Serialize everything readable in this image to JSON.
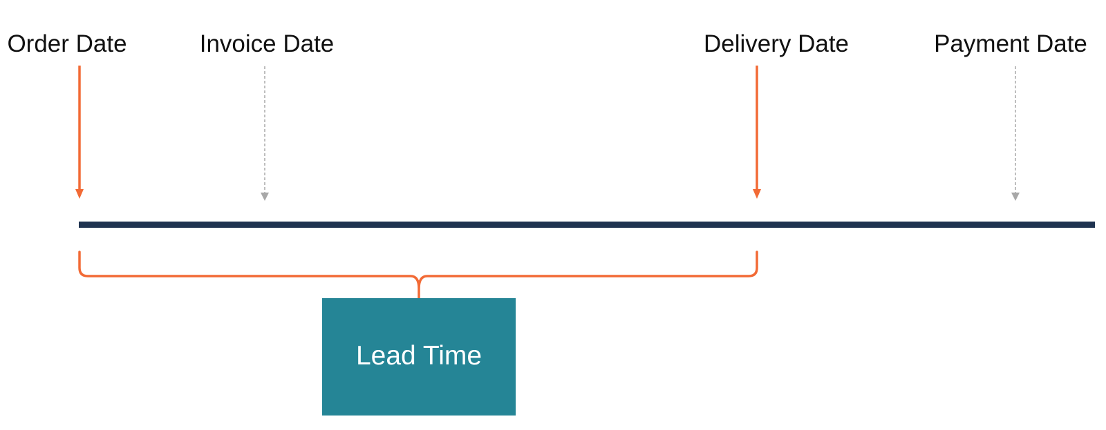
{
  "milestones": [
    {
      "id": "order-date",
      "label": "Order Date",
      "style": "primary"
    },
    {
      "id": "invoice-date",
      "label": "Invoice Date",
      "style": "secondary"
    },
    {
      "id": "delivery-date",
      "label": "Delivery Date",
      "style": "primary"
    },
    {
      "id": "payment-date",
      "label": "Payment Date",
      "style": "secondary"
    }
  ],
  "span": {
    "from": "order-date",
    "to": "delivery-date",
    "label": "Lead Time"
  },
  "colors": {
    "primary_arrow": "#f26a35",
    "secondary_arrow": "#a8a8a8",
    "timeline": "#1f3350",
    "brace": "#f26a35",
    "box_fill": "#258596",
    "box_text": "#ffffff"
  }
}
